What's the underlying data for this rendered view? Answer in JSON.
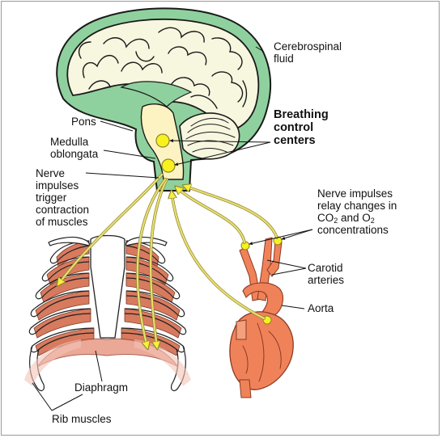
{
  "labels": {
    "csf_1": "Cerebrospinal",
    "csf_2": "fluid",
    "breathing_1": "Breathing",
    "breathing_2": "control",
    "breathing_3": "centers",
    "pons": "Pons",
    "medulla_1": "Medulla",
    "medulla_2": "oblongata",
    "nerve_trigger_1": "Nerve",
    "nerve_trigger_2": "impulses",
    "nerve_trigger_3": "trigger",
    "nerve_trigger_4": "contraction",
    "nerve_trigger_5": "of muscles",
    "relay_1": "Nerve impulses",
    "relay_2": "relay changes in",
    "relay_3_a": "CO",
    "relay_3_sub1": "2",
    "relay_3_b": " and O",
    "relay_3_sub2": "2",
    "relay_4": "concentrations",
    "carotid_1": "Carotid",
    "carotid_2": "arteries",
    "aorta": "Aorta",
    "diaphragm": "Diaphragm",
    "rib_muscles": "Rib muscles"
  },
  "colors": {
    "brain_fill": "#f7f6df",
    "brain_outline": "#1a1a1a",
    "csf": "#8fd19e",
    "brainstem": "#fdf3c2",
    "nerve": "#e9df6e",
    "nerve_dark": "#8b8430",
    "center_dot": "#f7f21e",
    "heart": "#f0825a",
    "heart_dark": "#c8502e",
    "rib_muscle": "#d87a5e",
    "bone": "#ffffff"
  }
}
